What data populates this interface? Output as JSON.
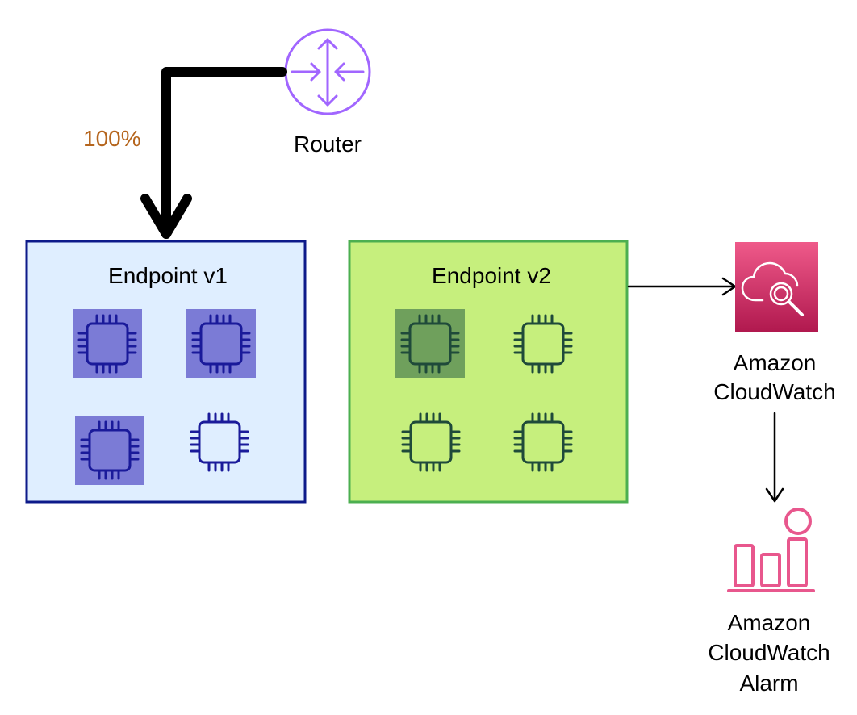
{
  "router": {
    "label": "Router",
    "icon": "router-icon",
    "color": "#a166ff"
  },
  "traffic_split": {
    "label": "100%",
    "color": "#b5651d"
  },
  "endpoint_v1": {
    "label": "Endpoint v1",
    "fill": "#dfeeff",
    "stroke": "#0d1a8a",
    "chip_color": "#1a1a9a",
    "active_bg": "#7b7bd6",
    "instances": [
      {
        "icon": "cpu-chip-icon",
        "active": true
      },
      {
        "icon": "cpu-chip-icon",
        "active": true
      },
      {
        "icon": "cpu-chip-icon",
        "active": true
      },
      {
        "icon": "cpu-chip-icon",
        "active": false
      }
    ]
  },
  "endpoint_v2": {
    "label": "Endpoint v2",
    "fill": "#c6ef7d",
    "stroke": "#4caf50",
    "chip_color": "#1f4a3a",
    "active_bg": "#6fa05c",
    "instances": [
      {
        "icon": "cpu-chip-icon",
        "active": true
      },
      {
        "icon": "cpu-chip-icon",
        "active": false
      },
      {
        "icon": "cpu-chip-icon",
        "active": false
      },
      {
        "icon": "cpu-chip-icon",
        "active": false
      }
    ]
  },
  "cloudwatch": {
    "label_line1": "Amazon",
    "label_line2": "CloudWatch",
    "icon": "cloudwatch-icon",
    "color_top": "#ef5a8a",
    "color_bottom": "#b0184e"
  },
  "cloudwatch_alarm": {
    "label_line1": "Amazon",
    "label_line2": "CloudWatch",
    "label_line3": "Alarm",
    "icon": "alarm-icon",
    "color": "#e8578d"
  }
}
